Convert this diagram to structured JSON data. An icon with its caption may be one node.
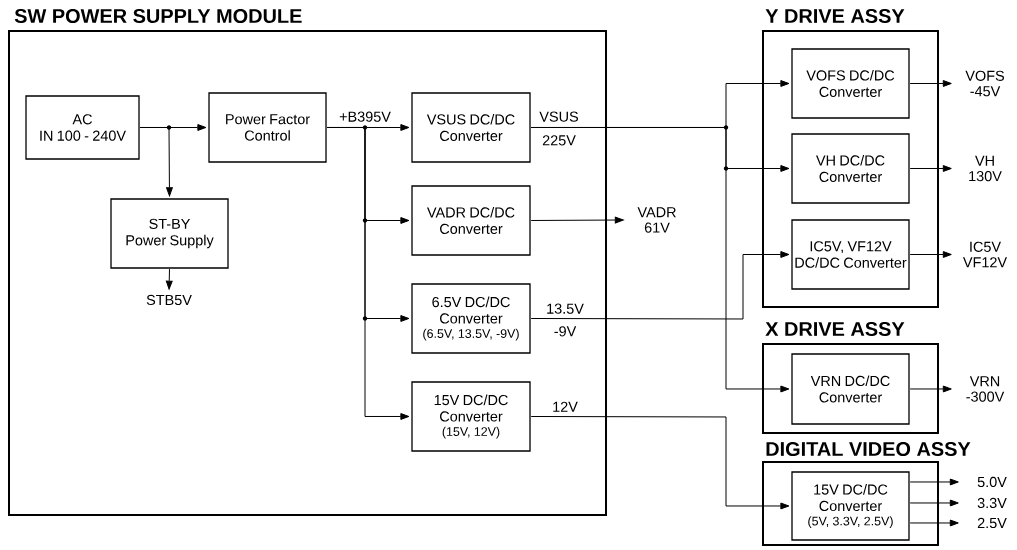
{
  "diagram": {
    "nodes": [
      {
        "text": [
          "SW POWER SUPPLY MODULE"
        ]
      },
      {
        "text": [
          "AC IN 100 - 240V"
        ],
        "in": 0
      },
      {
        "text": [
          "Power Factor Control"
        ],
        "in": 0
      },
      {
        "text": [
          "ST-BY Power Supply"
        ],
        "in": 0
      },
      {
        "text": [
          "VSUS DC/DC Converter"
        ],
        "in": 0
      },
      {
        "text": [
          "VADR DC/DC Converter"
        ],
        "in": 0
      },
      {
        "text": [
          "6.5V DC/DC Converter",
          "(6.5V, 13.5V, -9V)"
        ],
        "in": 0
      },
      {
        "text": [
          "15V DC/DC Converter",
          "(15V, 12V)"
        ],
        "in": 0
      },
      {
        "text": [
          "Y DRIVE ASSY"
        ]
      },
      {
        "text": [
          "VOFS DC/DC Converter"
        ],
        "in": 8
      },
      {
        "text": [
          "VH DC/DC Converter"
        ],
        "in": 8
      },
      {
        "text": [
          "IC5V, VF12V DC/DC Converter"
        ],
        "in": 8
      },
      {
        "text": [
          "X DRIVE ASSY"
        ]
      },
      {
        "text": [
          "VRN DC/DC Converter"
        ],
        "in": 12
      },
      {
        "text": [
          "DIGITAL VIDEO ASSY"
        ]
      },
      {
        "text": [
          "15V DC/DC Converter",
          "(5V, 3.3V, 2.5V)"
        ],
        "in": 14
      },
      {
        "text": [
          "STB5V"
        ],
        "in": 0
      },
      {
        "text": [
          "VADR 61V"
        ]
      },
      {
        "text": [
          "VOFS -45V"
        ]
      },
      {
        "text": [
          "VH 130V"
        ]
      },
      {
        "text": [
          "IC5V VF12V"
        ]
      },
      {
        "text": [
          "VRN -300V"
        ]
      },
      {
        "text": [
          "5.0V"
        ]
      },
      {
        "text": [
          "3.3V"
        ]
      },
      {
        "text": [
          "2.5V"
        ]
      }
    ],
    "edges": [
      {
        "from": 1,
        "to": 2,
        "arrow": "to"
      },
      {
        "from": 1,
        "to": 3,
        "arrow": "to"
      },
      {
        "from": 3,
        "to": 16,
        "arrow": "to"
      },
      {
        "from": 2,
        "to": 4,
        "arrow": "to"
      },
      {
        "from": 2,
        "to": 5,
        "arrow": "to"
      },
      {
        "from": 2,
        "to": 6,
        "arrow": "to"
      },
      {
        "from": 2,
        "to": 7,
        "arrow": "to"
      },
      {
        "from": 5,
        "to": 17,
        "arrow": "to"
      },
      {
        "from": 4,
        "to": 9,
        "arrow": "to"
      },
      {
        "from": 4,
        "to": 10,
        "arrow": "to"
      },
      {
        "from": 4,
        "to": 13,
        "arrow": "to"
      },
      {
        "from": 6,
        "to": 11,
        "arrow": "to"
      },
      {
        "from": 7,
        "to": 15,
        "arrow": "to"
      },
      {
        "from": 9,
        "to": 18,
        "arrow": "to"
      },
      {
        "from": 10,
        "to": 19,
        "arrow": "to"
      },
      {
        "from": 11,
        "to": 20,
        "arrow": "to"
      },
      {
        "from": 13,
        "to": 21,
        "arrow": "to"
      },
      {
        "from": 15,
        "to": 22,
        "arrow": "to"
      },
      {
        "from": 15,
        "to": 23,
        "arrow": "to"
      },
      {
        "from": 15,
        "to": 24,
        "arrow": "to"
      }
    ],
    "labels": [
      "+B395V",
      "VSUS",
      "225V",
      "13.5V",
      "-9V",
      "12V"
    ]
  }
}
